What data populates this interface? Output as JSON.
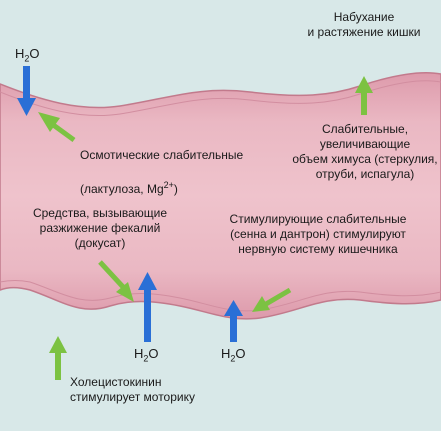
{
  "colors": {
    "background": "#d8e8e8",
    "intestine_fill": "#e9b3bf",
    "intestine_edge": "#c27a8c",
    "water_arrow": "#2a6fd6",
    "laxative_arrow": "#7cc242"
  },
  "labels": {
    "top_right": "Набухание\nи растяжение кишки",
    "osmotic_line1": "Осмотические слабительные",
    "osmotic_line2_pre": "(лактулоза, Mg",
    "osmotic_line2_sup": "2+",
    "osmotic_line2_post": ")",
    "bulk": "Слабительные,\nувеличивающие\nобъем химуса (стеркулия,\nотруби, испагула)",
    "softeners": "Средства, вызывающие\nразжижение фекалий\n(докусат)",
    "stimulant": "Стимулирующие слабительные\n(сенна и дантрон) стимулируют\nнервную систему кишечника",
    "cholecystokinin": "Холецистокинин\nстимулирует моторику"
  },
  "water": {
    "h": "H",
    "sub": "2",
    "o": "O"
  }
}
